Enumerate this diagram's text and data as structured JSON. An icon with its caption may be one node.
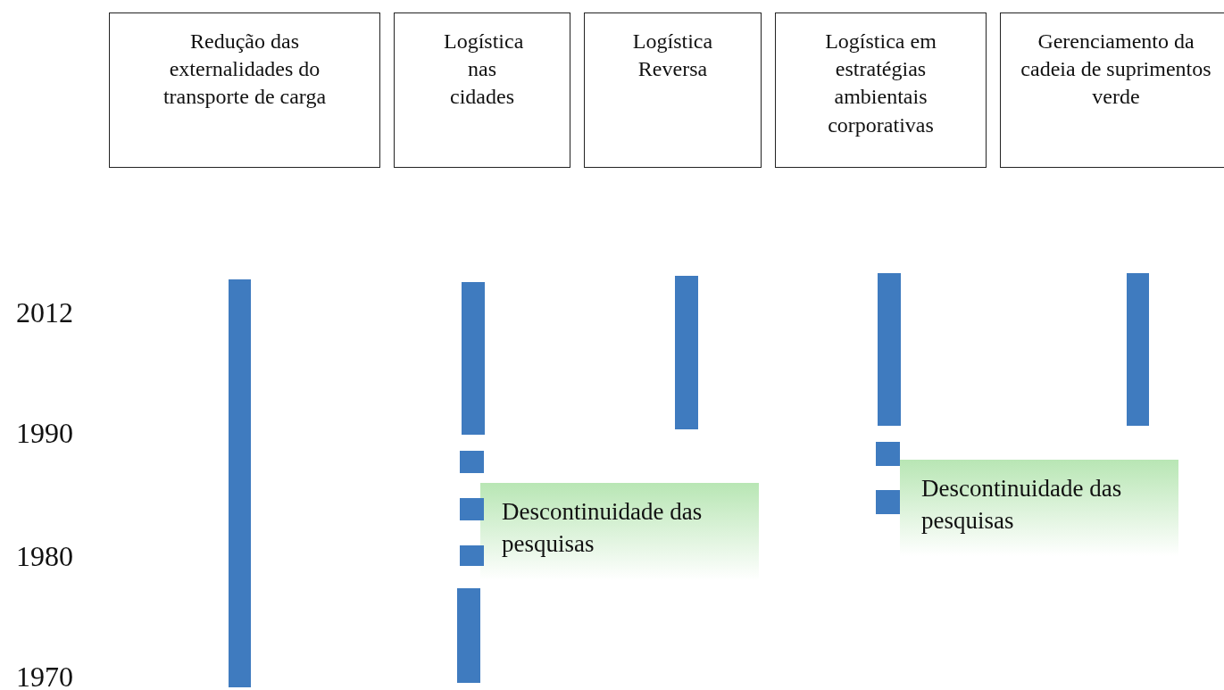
{
  "diagram": {
    "nodes": [
      {
        "text": [
          "Redução das externalidades do transporte de carga"
        ]
      },
      {
        "text": [
          "Logística nas cidades"
        ]
      },
      {
        "text": [
          "Logística Reversa"
        ]
      },
      {
        "text": [
          "Logística em estratégias ambientais corporativas"
        ]
      },
      {
        "text": [
          "Gerenciamento da cadeia de suprimentos verde"
        ]
      },
      {
        "text": [
          "Descontinuidade das pesquisas"
        ]
      },
      {
        "text": [
          "Descontinuidade das pesquisas"
        ]
      },
      {
        "text": [],
        "shape": "bar"
      },
      {
        "text": [],
        "shape": "bar"
      },
      {
        "text": [],
        "shape": "bar"
      },
      {
        "text": [],
        "shape": "bar"
      },
      {
        "text": [],
        "shape": "bar"
      },
      {
        "text": [],
        "shape": "bar"
      },
      {
        "text": [],
        "shape": "bar"
      },
      {
        "text": [],
        "shape": "bar"
      },
      {
        "text": [],
        "shape": "bar"
      },
      {
        "text": [],
        "shape": "bar"
      },
      {
        "text": [],
        "shape": "bar"
      }
    ],
    "edges": [],
    "labels": [
      "2012",
      "1990",
      "1980",
      "1970"
    ]
  }
}
